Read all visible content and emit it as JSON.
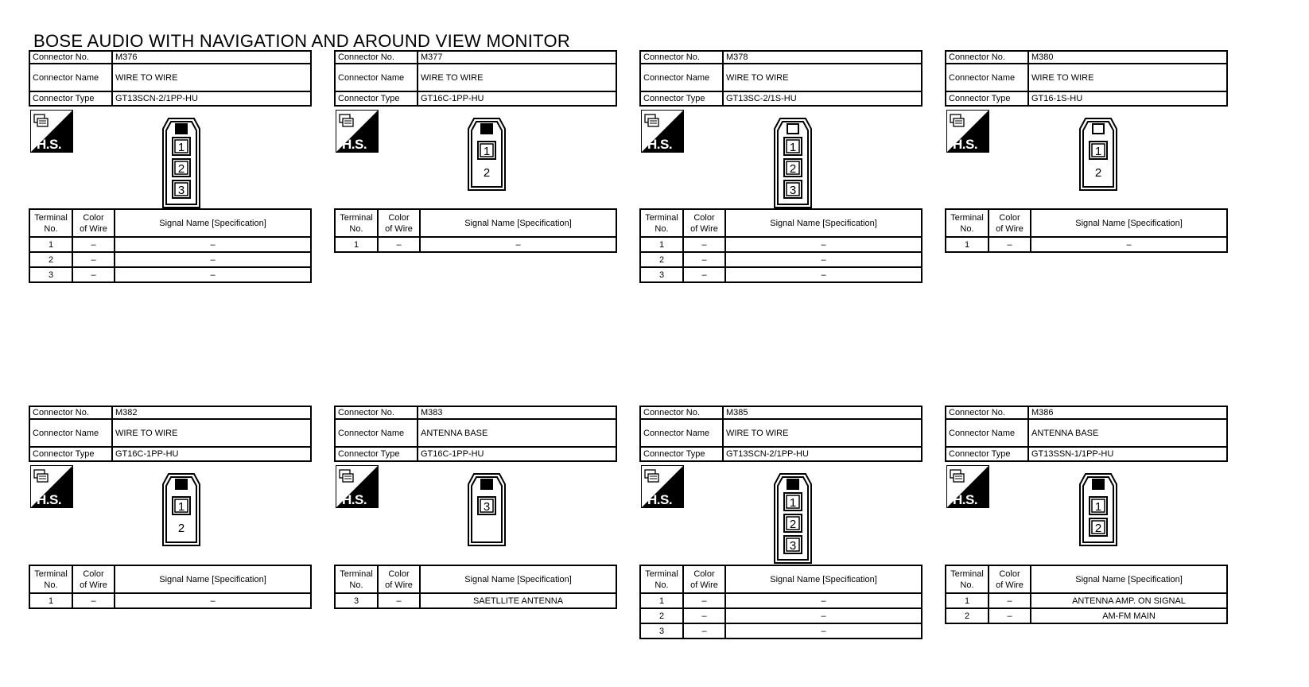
{
  "title": "BOSE AUDIO WITH NAVIGATION AND AROUND VIEW MONITOR",
  "labels": {
    "connector_no": "Connector No.",
    "connector_name": "Connector Name",
    "connector_type": "Connector Type",
    "hs": "H.S.",
    "terminal_no": "Terminal No.",
    "color_of_wire": "Color of Wire",
    "signal_name": "Signal Name [Specification]"
  },
  "connectors": [
    {
      "no": "M376",
      "name": "WIRE TO WIRE",
      "type": "GT13SCN-2/1PP-HU",
      "pins": [
        "1",
        "2",
        "3"
      ],
      "rows": [
        {
          "t": "1",
          "c": "–",
          "s": "–"
        },
        {
          "t": "2",
          "c": "–",
          "s": "–"
        },
        {
          "t": "3",
          "c": "–",
          "s": "–"
        }
      ]
    },
    {
      "no": "M377",
      "name": "WIRE TO WIRE",
      "type": "GT16C-1PP-HU",
      "pins": [
        "1",
        "2"
      ],
      "rows": [
        {
          "t": "1",
          "c": "–",
          "s": "–"
        }
      ]
    },
    {
      "no": "M378",
      "name": "WIRE TO WIRE",
      "type": "GT13SC-2/1S-HU",
      "pins": [
        "1",
        "2",
        "3"
      ],
      "rows": [
        {
          "t": "1",
          "c": "–",
          "s": "–"
        },
        {
          "t": "2",
          "c": "–",
          "s": "–"
        },
        {
          "t": "3",
          "c": "–",
          "s": "–"
        }
      ]
    },
    {
      "no": "M380",
      "name": "WIRE TO WIRE",
      "type": "GT16-1S-HU",
      "pins": [
        "1",
        "2"
      ],
      "rows": [
        {
          "t": "1",
          "c": "–",
          "s": "–"
        }
      ]
    },
    {
      "no": "M382",
      "name": "WIRE TO WIRE",
      "type": "GT16C-1PP-HU",
      "pins": [
        "1",
        "2"
      ],
      "rows": [
        {
          "t": "1",
          "c": "–",
          "s": "–"
        }
      ]
    },
    {
      "no": "M383",
      "name": "ANTENNA BASE",
      "type": "GT16C-1PP-HU",
      "pins": [
        "3"
      ],
      "rows": [
        {
          "t": "3",
          "c": "–",
          "s": "SAETLLITE ANTENNA"
        }
      ]
    },
    {
      "no": "M385",
      "name": "WIRE TO WIRE",
      "type": "GT13SCN-2/1PP-HU",
      "pins": [
        "1",
        "2",
        "3"
      ],
      "rows": [
        {
          "t": "1",
          "c": "–",
          "s": "–"
        },
        {
          "t": "2",
          "c": "–",
          "s": "–"
        },
        {
          "t": "3",
          "c": "–",
          "s": "–"
        }
      ]
    },
    {
      "no": "M386",
      "name": "ANTENNA BASE",
      "type": "GT13SSN-1/1PP-HU",
      "pins": [
        "1",
        "2"
      ],
      "rows": [
        {
          "t": "1",
          "c": "–",
          "s": "ANTENNA AMP. ON SIGNAL"
        },
        {
          "t": "2",
          "c": "–",
          "s": "AM-FM MAIN"
        }
      ]
    }
  ]
}
